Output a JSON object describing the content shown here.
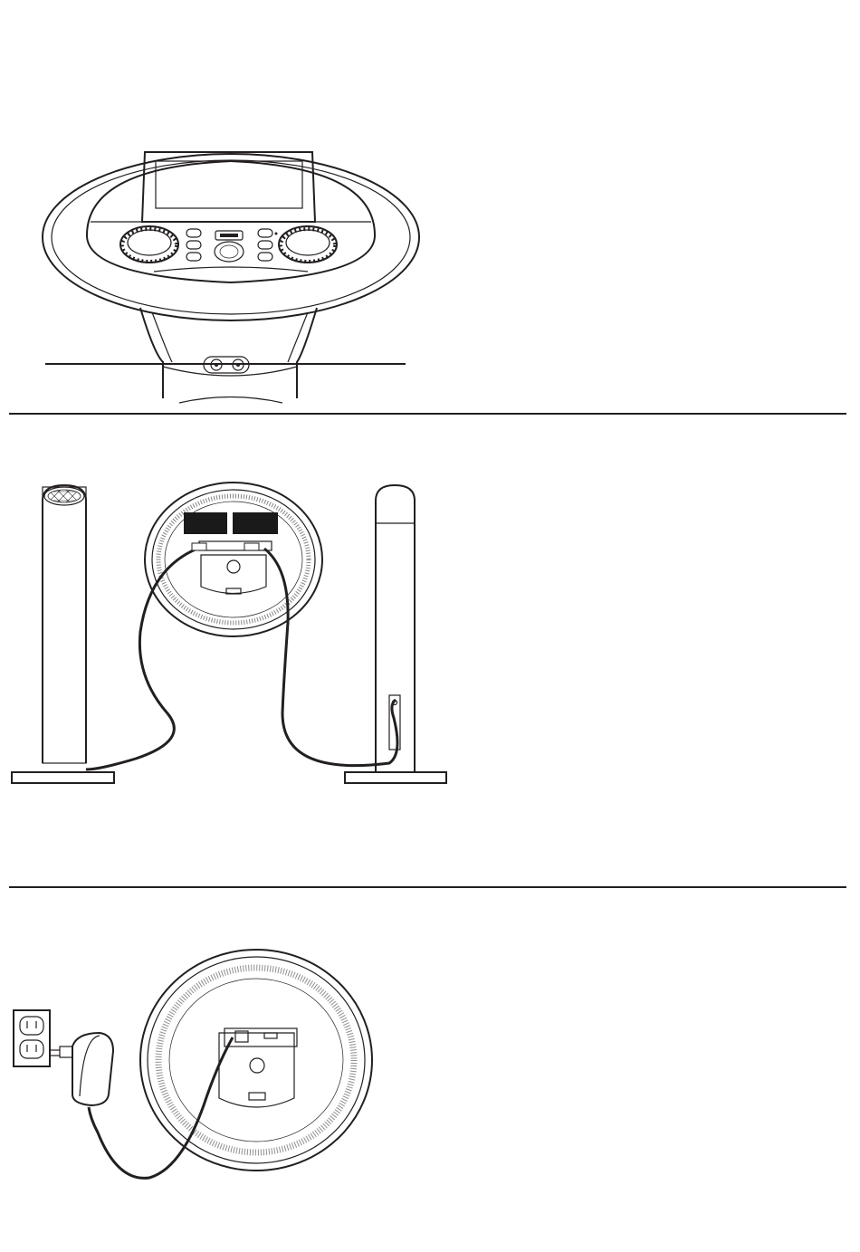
{
  "page": {
    "background": "#ffffff",
    "ink_color": "#231f20",
    "panel_color": "#1a1a1a"
  },
  "sections": [
    {
      "name": "front-view-karaoke-unit",
      "icons": [
        "display-screen",
        "knob",
        "button",
        "mic-jack"
      ]
    },
    {
      "name": "speaker-connection",
      "icons": [
        "speaker-tower",
        "back-panel",
        "cable"
      ]
    },
    {
      "name": "power-connection",
      "icons": [
        "wall-outlet",
        "power-adapter",
        "back-panel"
      ]
    }
  ]
}
